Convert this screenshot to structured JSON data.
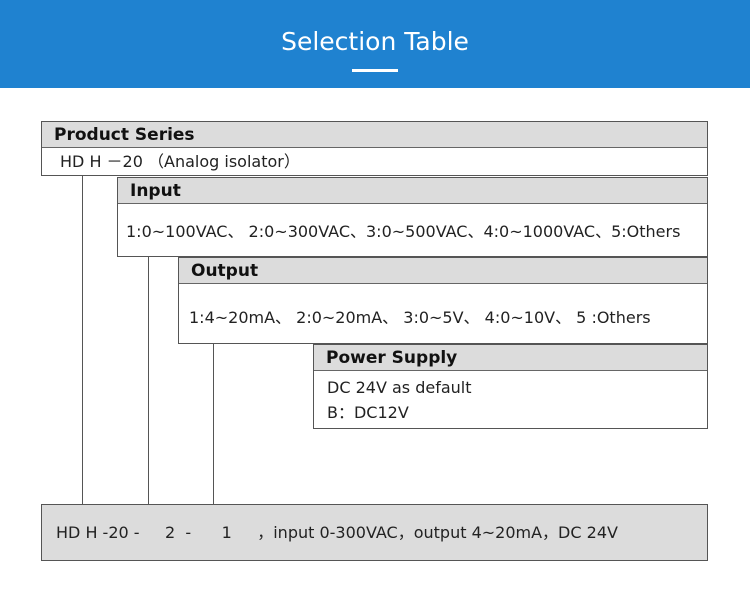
{
  "banner": {
    "title": "Selection Table"
  },
  "product_series": {
    "header": "Product Series",
    "value": "HD H －20 （Analog isolator）"
  },
  "input": {
    "header": "Input",
    "options": "1:0~100VAC、 2:0~300VAC、3:0~500VAC、4:0~1000VAC、5:Others"
  },
  "output": {
    "header": "Output",
    "options": "1:4~20mA、 2:0~20mA、 3:0~5V、 4:0~10V、  5 :Others"
  },
  "power_supply": {
    "header": "Power Supply",
    "line1": "DC 24V as default",
    "line2": "B：DC12V"
  },
  "example": {
    "text": "HD H -20 -     2  -      1     ，input 0-300VAC，output 4~20mA，DC 24V"
  },
  "colors": {
    "banner": "#1f82d0",
    "header_bg": "#dcdcdc",
    "border": "#555555"
  }
}
